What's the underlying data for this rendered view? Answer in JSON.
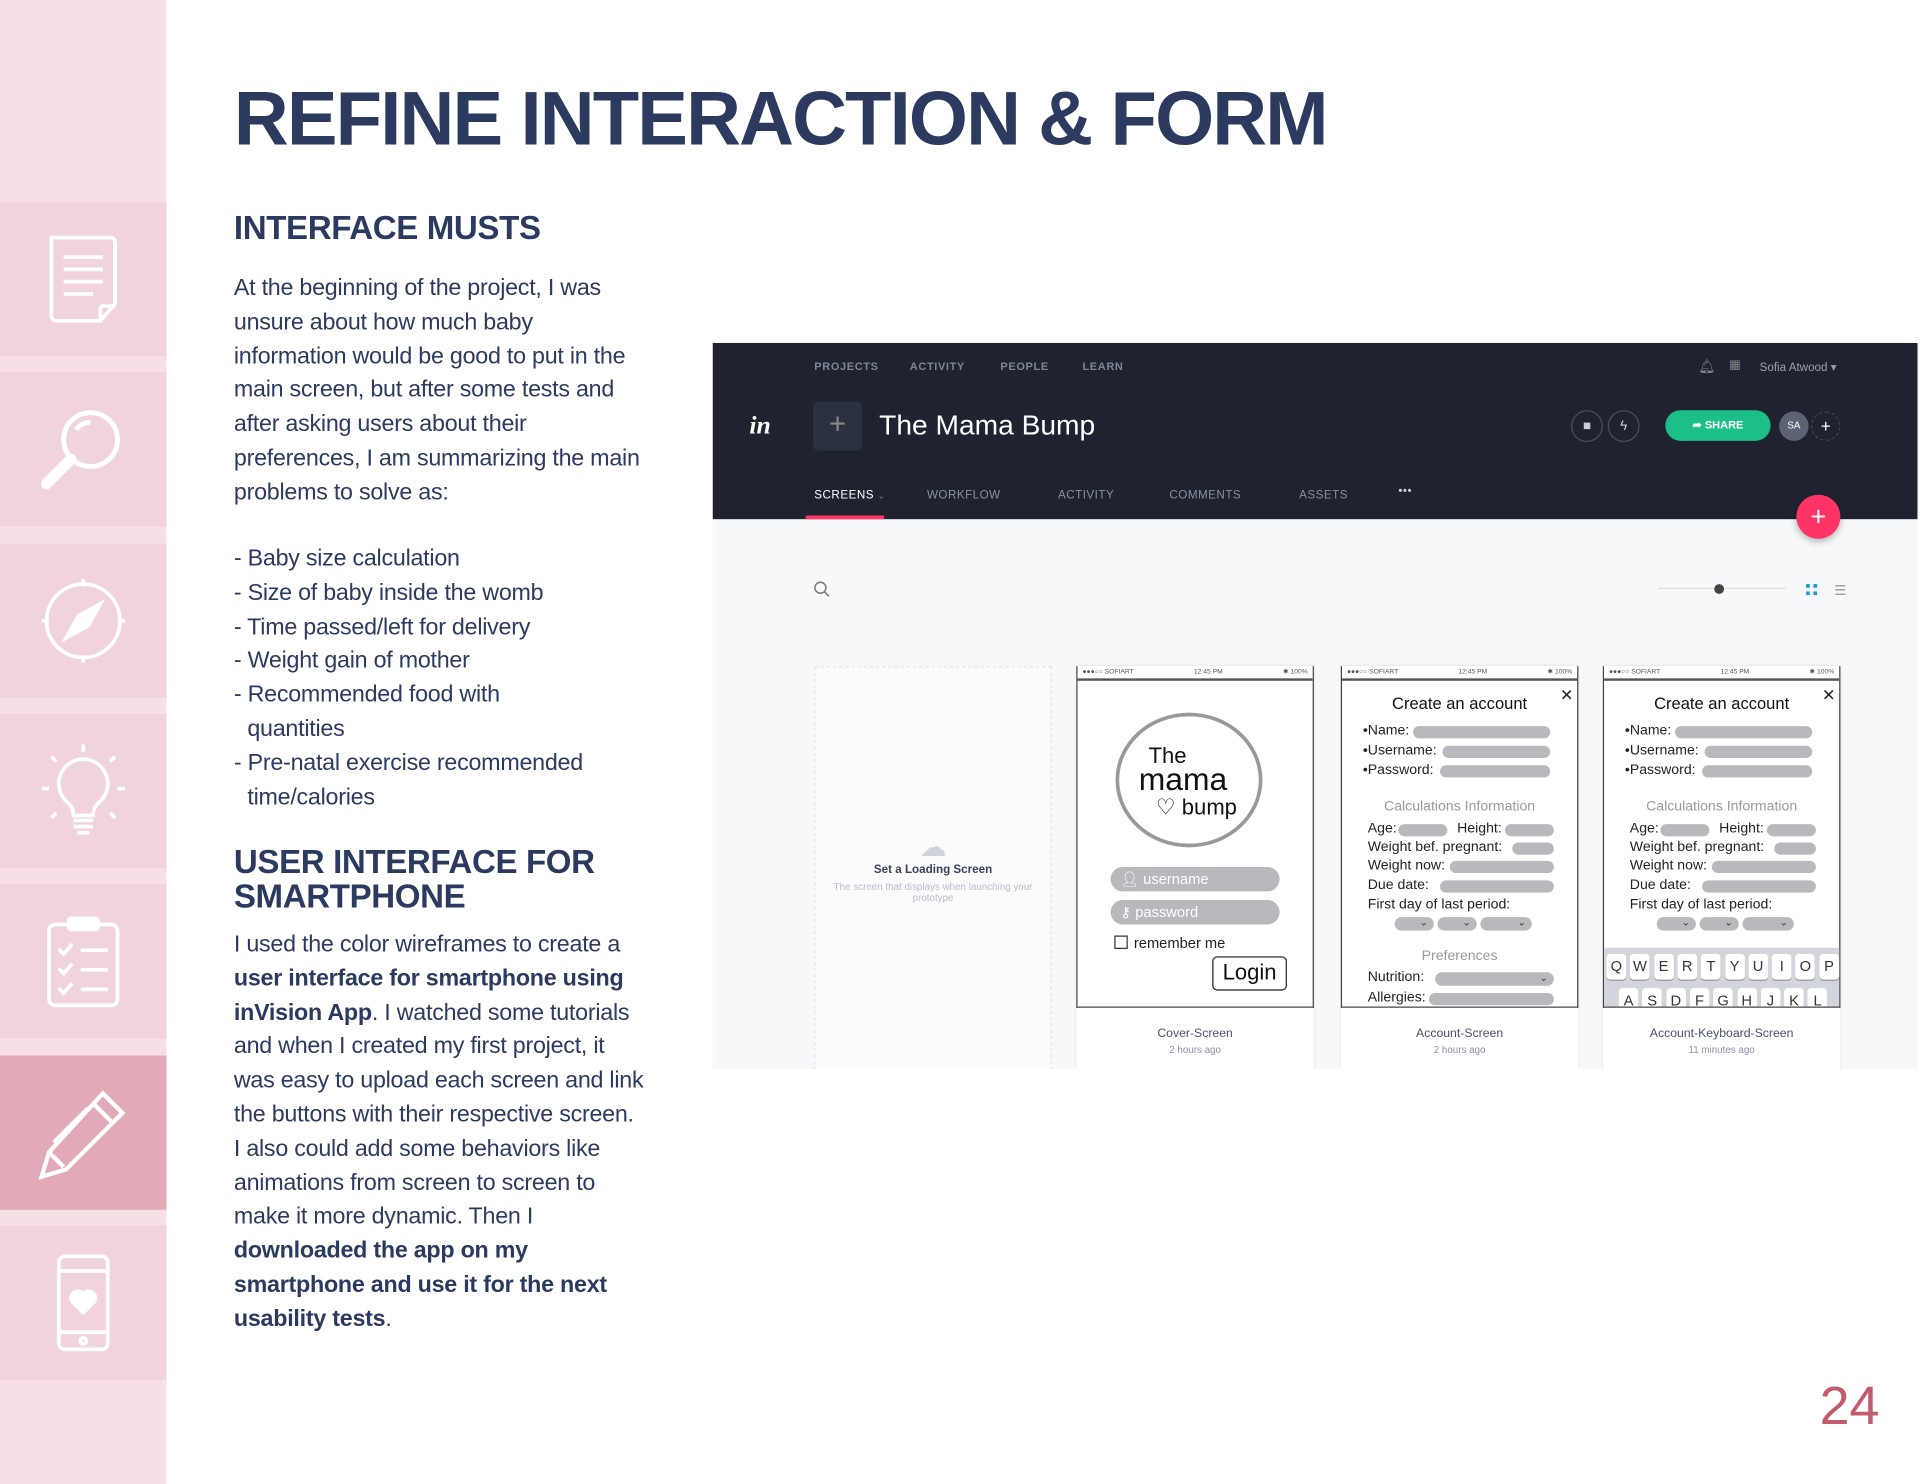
{
  "page": {
    "title": "REFINE INTERACTION & FORM",
    "page_number": "24"
  },
  "sidebar": {
    "items": [
      {
        "icon": "document-icon"
      },
      {
        "icon": "search-icon"
      },
      {
        "icon": "compass-icon"
      },
      {
        "icon": "lightbulb-icon"
      },
      {
        "icon": "clipboard-checklist-icon"
      },
      {
        "icon": "pencil-icon",
        "active": true
      },
      {
        "icon": "phone-heart-icon"
      }
    ],
    "active_color": "#e2aab6"
  },
  "section1": {
    "heading": "INTERFACE MUSTS",
    "intro": "At the beginning of the project, I was unsure about how much baby information would be good to put in the main screen, but after some tests and after asking users about their preferences, I am summarizing the main problems to solve as:",
    "list": [
      "- Baby size calculation",
      "- Size of baby inside the womb",
      "- Time passed/left for delivery",
      "- Weight gain of mother",
      "- Recommended food with quantities",
      "- Pre-natal exercise recommended time/calories"
    ]
  },
  "section2": {
    "heading": "USER INTERFACE FOR SMARTPHONE",
    "p_1": "I used the color wireframes to create a ",
    "p_b1": "user interface for smartphone using inVision App",
    "p_2": ". I watched some tutorials and when I created my first project, it was easy to upload each screen and link the buttons with their respective screen. I also could add some behaviors like animations from screen to screen to make it more dynamic. Then I ",
    "p_b2": "downloaded the app on my smartphone and use it for the next  usability tests",
    "p_3": "."
  },
  "invision": {
    "top_nav": [
      "PROJECTS",
      "ACTIVITY",
      "PEOPLE",
      "LEARN"
    ],
    "user": "Sofia Atwood",
    "logo": "in",
    "project_title": "The Mama Bump",
    "share": "SHARE",
    "avatar": "SA",
    "tabs": [
      "SCREENS",
      "WORKFLOW",
      "ACTIVITY",
      "COMMENTS",
      "ASSETS",
      "•••"
    ],
    "active_tab": "SCREENS",
    "share_color": "#1dbf88",
    "accent": "#ff3366",
    "loading": {
      "title": "Set a Loading Screen",
      "desc": "The screen that displays when launching your prototype"
    },
    "status": {
      "carrier": "●●●○○ SOFIART",
      "time": "12:45 PM",
      "battery": "✱ 100%"
    },
    "screens": [
      {
        "name": "Cover-Screen",
        "time": "2 hours ago",
        "logo": {
          "the": "The",
          "mama": "mama",
          "bump": "♡ bump"
        },
        "username": "username",
        "password": "password",
        "remember": "remember me",
        "login": "Login"
      },
      {
        "name": "Account-Screen",
        "time": "2 hours ago"
      },
      {
        "name": "Account-Keyboard-Screen",
        "time": "11 minutes ago"
      }
    ],
    "form": {
      "title": "Create an account",
      "close": "✕",
      "name": "•Name:",
      "username": "•Username:",
      "password": "•Password:",
      "calc": "Calculations Information",
      "age": "Age:",
      "height": "Height:",
      "wbef": "Weight bef. pregnant:",
      "wnow": "Weight now:",
      "due": "Due date:",
      "first": "First day of last period:",
      "prefs": "Preferences",
      "nutrition": "Nutrition:",
      "allergies": "Allergies:"
    },
    "keyboard": {
      "row1": [
        "Q",
        "W",
        "E",
        "R",
        "T",
        "Y",
        "U",
        "I",
        "O",
        "P"
      ],
      "row2": [
        "A",
        "S",
        "D",
        "F",
        "G",
        "H",
        "J",
        "K",
        "L"
      ]
    }
  }
}
